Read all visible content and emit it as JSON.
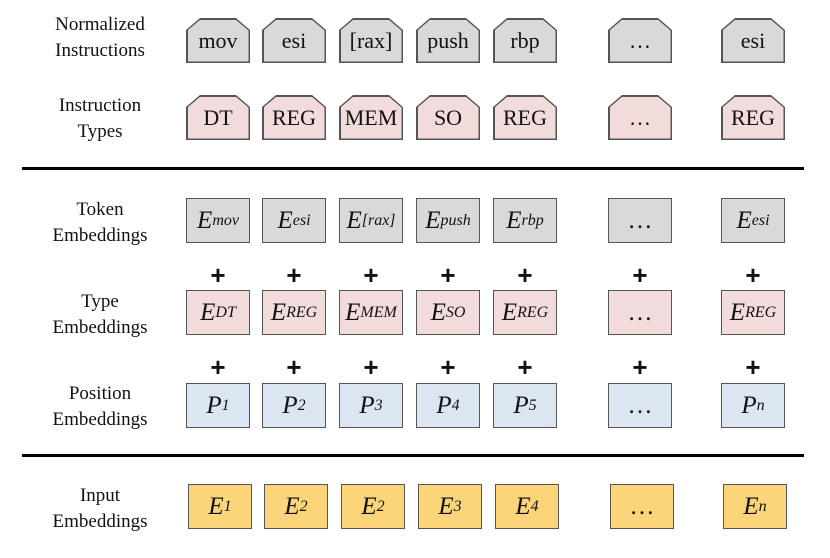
{
  "rows": {
    "normalized": {
      "label": [
        "Normalized",
        "Instructions"
      ],
      "items": [
        "mov",
        "esi",
        "[rax]",
        "push",
        "rbp",
        "…",
        "esi"
      ]
    },
    "types": {
      "label": [
        "Instruction",
        "Types"
      ],
      "items": [
        "DT",
        "REG",
        "MEM",
        "SO",
        "REG",
        "…",
        "REG"
      ]
    },
    "token": {
      "label": [
        "Token",
        "Embeddings"
      ],
      "items": [
        {
          "b": "E",
          "s": "mov"
        },
        {
          "b": "E",
          "s": "esi"
        },
        {
          "b": "E",
          "s": "[rax]"
        },
        {
          "b": "E",
          "s": "push"
        },
        {
          "b": "E",
          "s": "rbp"
        },
        {
          "b": "…",
          "s": ""
        },
        {
          "b": "E",
          "s": "esi"
        }
      ]
    },
    "type_emb": {
      "label": [
        "Type",
        "Embeddings"
      ],
      "items": [
        {
          "b": "E",
          "s": "DT"
        },
        {
          "b": "E",
          "s": "REG"
        },
        {
          "b": "E",
          "s": "MEM"
        },
        {
          "b": "E",
          "s": "SO"
        },
        {
          "b": "E",
          "s": "REG"
        },
        {
          "b": "…",
          "s": ""
        },
        {
          "b": "E",
          "s": "REG"
        }
      ]
    },
    "position": {
      "label": [
        "Position",
        "Embeddings"
      ],
      "items": [
        {
          "b": "P",
          "s": "1"
        },
        {
          "b": "P",
          "s": "2"
        },
        {
          "b": "P",
          "s": "3"
        },
        {
          "b": "P",
          "s": "4"
        },
        {
          "b": "P",
          "s": "5"
        },
        {
          "b": "…",
          "s": ""
        },
        {
          "b": "P",
          "s": "n"
        }
      ]
    },
    "input": {
      "label": [
        "Input",
        "Embeddings"
      ],
      "items": [
        {
          "b": "E",
          "s": "1"
        },
        {
          "b": "E",
          "s": "2"
        },
        {
          "b": "E",
          "s": "2"
        },
        {
          "b": "E",
          "s": "3"
        },
        {
          "b": "E",
          "s": "4"
        },
        {
          "b": "…",
          "s": ""
        },
        {
          "b": "E",
          "s": "n"
        }
      ]
    }
  },
  "plus_symbol": "+",
  "colors": {
    "gray": "#d9d9d9",
    "pink": "#f2dcdb",
    "blue": "#dce6f2",
    "yellow": "#fcd57a"
  }
}
